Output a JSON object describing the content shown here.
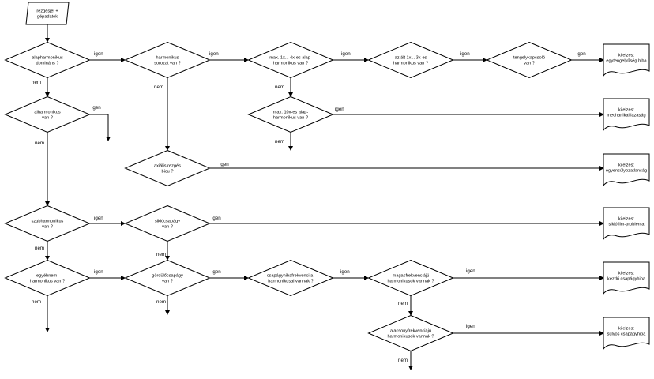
{
  "flowchart": {
    "start": {
      "lines": [
        "rezgésjel +",
        "gépadatok"
      ]
    },
    "decisions": [
      {
        "key": "d_alap",
        "lines": [
          "alapharmonikus",
          "domináns ?"
        ]
      },
      {
        "key": "d_harm_sor",
        "lines": [
          "harmonikus",
          "sorozat van ?"
        ]
      },
      {
        "key": "d_1x4x",
        "lines": [
          "max. 1x... 4x-es alap-",
          "harmonikus van ?"
        ]
      },
      {
        "key": "d_1x3x",
        "lines": [
          "az ált 1x... 3x-es",
          "harmonikus van ?"
        ]
      },
      {
        "key": "d_tengely",
        "lines": [
          "tengelykapcsoló",
          "van ?"
        ]
      },
      {
        "key": "d_alharm",
        "lines": [
          "alharmonikus",
          "van ?"
        ]
      },
      {
        "key": "d_10x",
        "lines": [
          "max. 10x-es alap-",
          "harmonikus van ?"
        ]
      },
      {
        "key": "d_axialis",
        "lines": [
          "axiális rezgés",
          "bicu ?"
        ]
      },
      {
        "key": "d_szubharm",
        "lines": [
          "szubharmonikus",
          "van ?"
        ]
      },
      {
        "key": "d_siklo",
        "lines": [
          "siklócsapágy",
          "van ?"
        ]
      },
      {
        "key": "d_egyeb",
        "lines": [
          "egyébnem-",
          "harmonikus van ?"
        ]
      },
      {
        "key": "d_gordulo",
        "lines": [
          "gördülőcsapágy",
          "van ?"
        ]
      },
      {
        "key": "d_csapagy_freq",
        "lines": [
          "csapágyhibafrekvenci a-",
          "harmonikusai vannak ?"
        ]
      },
      {
        "key": "d_magas",
        "lines": [
          "magasfrekvenciájú",
          "harmonikusok vannak ?"
        ]
      },
      {
        "key": "d_alacsony",
        "lines": [
          "alacsonyfrekvenciájú",
          "harmonikusok vannak ?"
        ]
      }
    ],
    "outputs": [
      {
        "key": "o_egytengely",
        "lines": [
          "kijelzés:",
          "egytengelyűség hiba"
        ]
      },
      {
        "key": "o_mechanikai",
        "lines": [
          "kijelzés:",
          "mechanikai lazaság"
        ]
      },
      {
        "key": "o_egyensuly",
        "lines": [
          "kijelzés:",
          "egyensúlyozatlanság"
        ]
      },
      {
        "key": "o_siklo",
        "lines": [
          "kijelzés:",
          "siklófilm-probléma"
        ]
      },
      {
        "key": "o_kezdo",
        "lines": [
          "kijelzés:",
          "kezdő csapágyhiba"
        ]
      },
      {
        "key": "o_sulyos",
        "lines": [
          "kijelzés:",
          "súlyos csapágyhiba"
        ]
      }
    ],
    "edge_labels": {
      "yes": "igen",
      "no": "nem"
    }
  }
}
